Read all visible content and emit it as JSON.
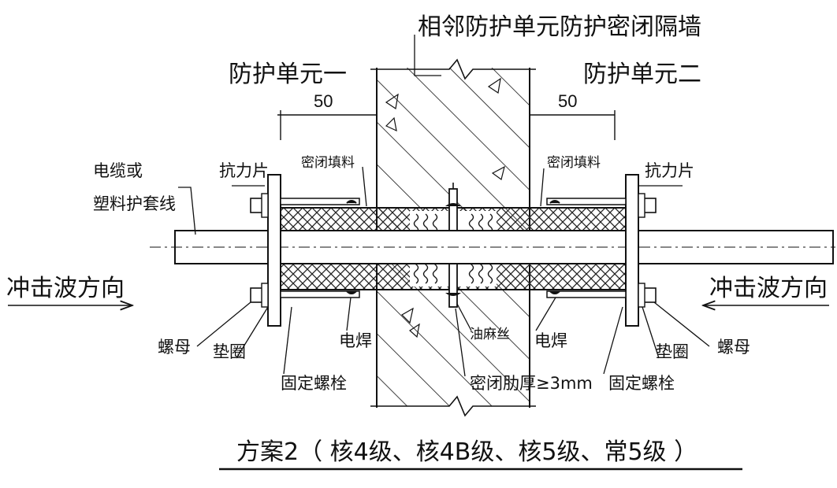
{
  "top_title": "相邻防护单元防护密闭隔墙",
  "unit_left": "防护单元一",
  "unit_right": "防护单元二",
  "dim_left": "50",
  "dim_right": "50",
  "labels": {
    "cable": "电缆或",
    "cable2": "塑料护套线",
    "anti_plate_left": "抗力片",
    "anti_plate_right": "抗力片",
    "seal_fill_left": "密闭填料",
    "seal_fill_right": "密闭填料",
    "shock_left": "冲击波方向",
    "shock_right": "冲击波方向",
    "nut_left": "螺母",
    "nut_right": "螺母",
    "washer_left": "垫圈",
    "washer_right": "垫圈",
    "weld_left": "电焊",
    "weld_right": "电焊",
    "oil_hemp": "油麻丝",
    "fixed_bolt_left": "固定螺栓",
    "fixed_bolt_right": "固定螺栓",
    "seal_rib": "密闭肋厚≥3mm"
  },
  "caption": "方案2（ 核4级、核4B级、核5级、常5级 ）",
  "colors": {
    "line": "#111111",
    "fill_hatch": "#222222",
    "paper": "#ffffff"
  }
}
